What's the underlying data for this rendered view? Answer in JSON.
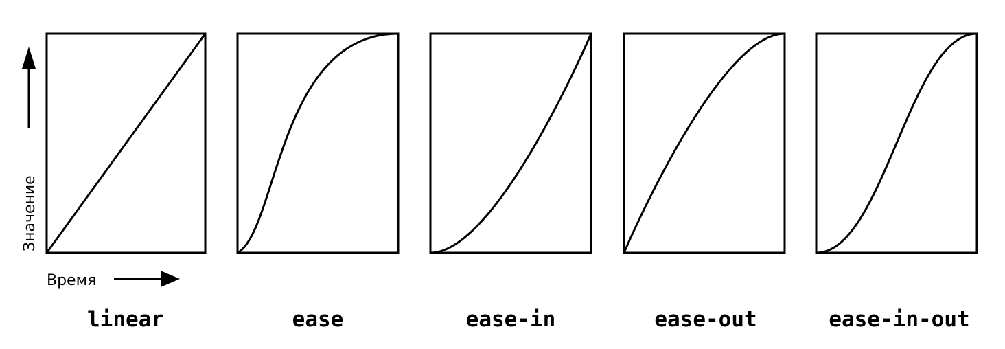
{
  "axes": {
    "y_label": "Значение",
    "x_label": "Время"
  },
  "panels": [
    {
      "label": "linear",
      "curve": [
        0.0,
        0.0,
        1.0,
        1.0
      ]
    },
    {
      "label": "ease",
      "curve": [
        0.25,
        0.1,
        0.25,
        1.0
      ]
    },
    {
      "label": "ease-in",
      "curve": [
        0.42,
        0.0,
        1.0,
        1.0
      ]
    },
    {
      "label": "ease-out",
      "curve": [
        0.0,
        0.0,
        0.58,
        1.0
      ]
    },
    {
      "label": "ease-in-out",
      "curve": [
        0.42,
        0.0,
        0.58,
        1.0
      ]
    }
  ]
}
